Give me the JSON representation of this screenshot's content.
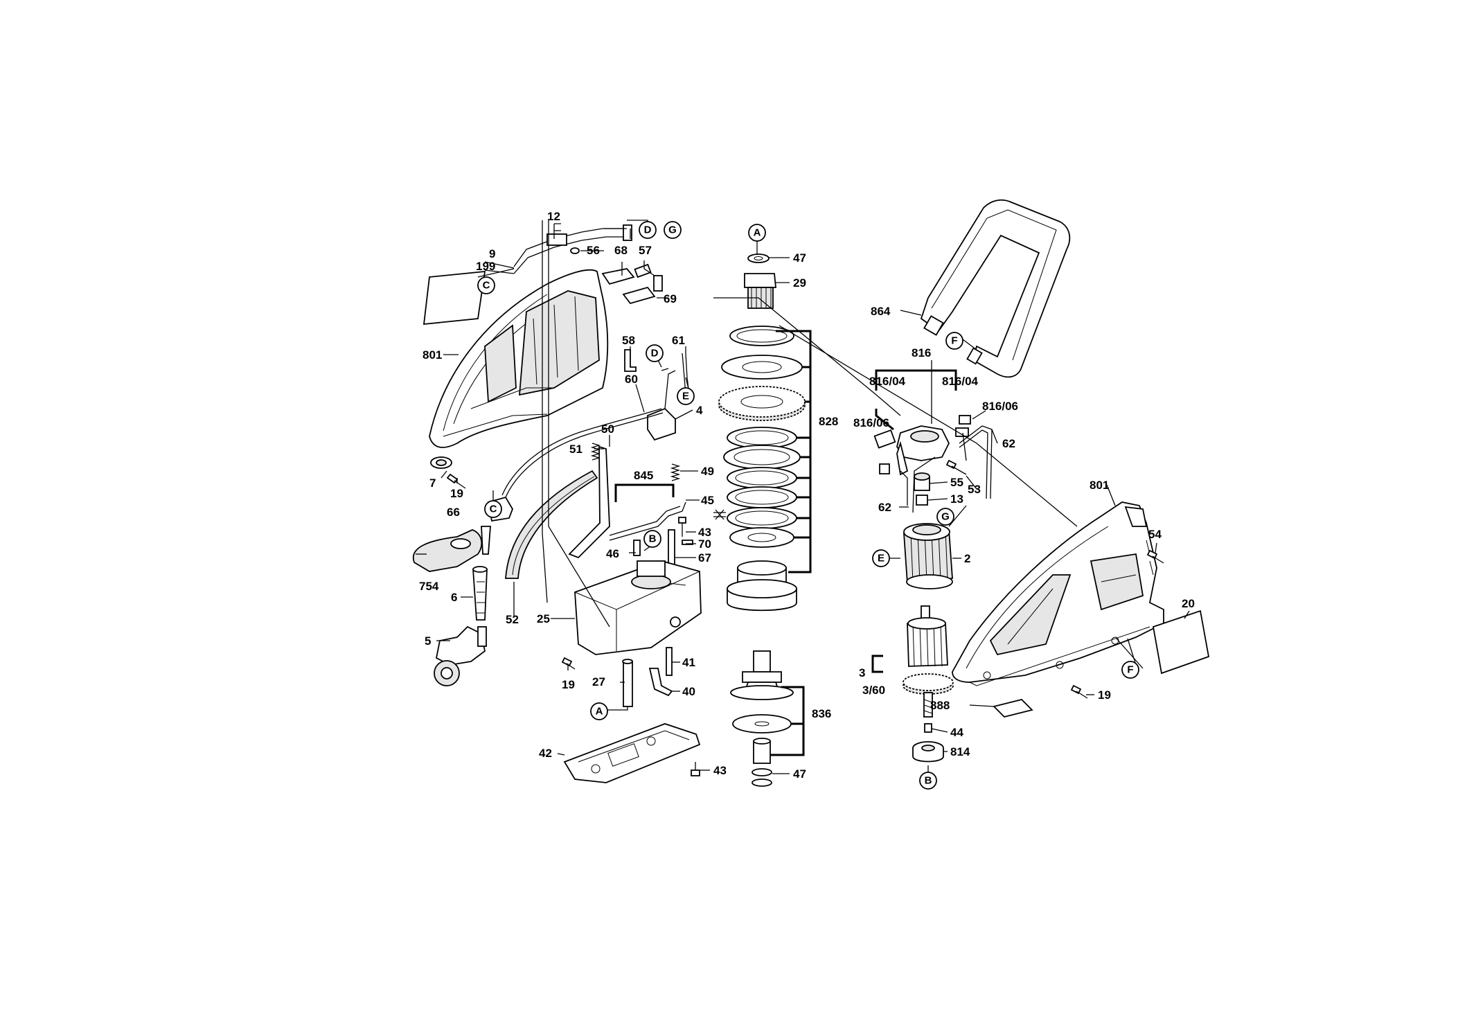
{
  "callouts": {
    "p12": "12",
    "pD1": "D",
    "pG1": "G",
    "p9": "9",
    "p199": "199",
    "pC1": "C",
    "p56": "56",
    "p68": "68",
    "p57": "57",
    "p69": "69",
    "p801L": "801",
    "p58": "58",
    "p61": "61",
    "pD2": "D",
    "p60": "60",
    "pE1": "E",
    "p4": "4",
    "p51": "51",
    "p50": "50",
    "p49": "49",
    "p845": "845",
    "p45": "45",
    "p43a": "43",
    "p70": "70",
    "p46": "46",
    "pB1": "B",
    "p67": "67",
    "p7": "7",
    "p19a": "19",
    "pC2": "C",
    "p66": "66",
    "p754": "754",
    "p6": "6",
    "p52": "52",
    "p25": "25",
    "p5": "5",
    "p19b": "19",
    "p27": "27",
    "p41": "41",
    "p40": "40",
    "pA2": "A",
    "p42": "42",
    "p43b": "43",
    "pA1": "A",
    "p47a": "47",
    "p29": "29",
    "p828": "828",
    "p836": "836",
    "p47b": "47",
    "p864": "864",
    "pF1": "F",
    "p816": "816",
    "p816_04a": "816/04",
    "p816_04b": "816/04",
    "p816_06a": "816/06",
    "p816_06b": "816/06",
    "p62a": "62",
    "p53": "53",
    "p55": "55",
    "p13": "13",
    "p62b": "62",
    "pG2": "G",
    "pE2": "E",
    "p2": "2",
    "p801R": "801",
    "p54": "54",
    "p20": "20",
    "p3": "3",
    "p3_60": "3/60",
    "p888": "888",
    "pF2": "F",
    "p19c": "19",
    "p44": "44",
    "p814": "814",
    "pB2": "B"
  }
}
